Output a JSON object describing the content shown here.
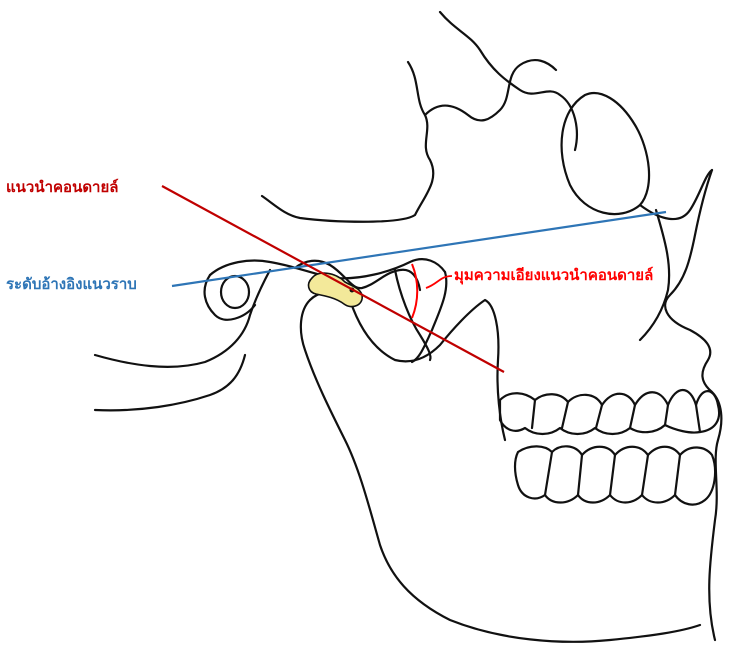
{
  "labels": {
    "condylar_guide": "แนวนำคอนดายล์",
    "reference_plane": "ระดับอ้างอิงแนวราบ",
    "guidance_angle": "มุมความเอียงแนวนำคอนดายล์"
  },
  "colors": {
    "condylar_guide": "#c00000",
    "reference_plane": "#2e75b6",
    "guidance_angle": "#ff0000",
    "outline": "#111111",
    "condyle_fill": "#f3e99a"
  }
}
